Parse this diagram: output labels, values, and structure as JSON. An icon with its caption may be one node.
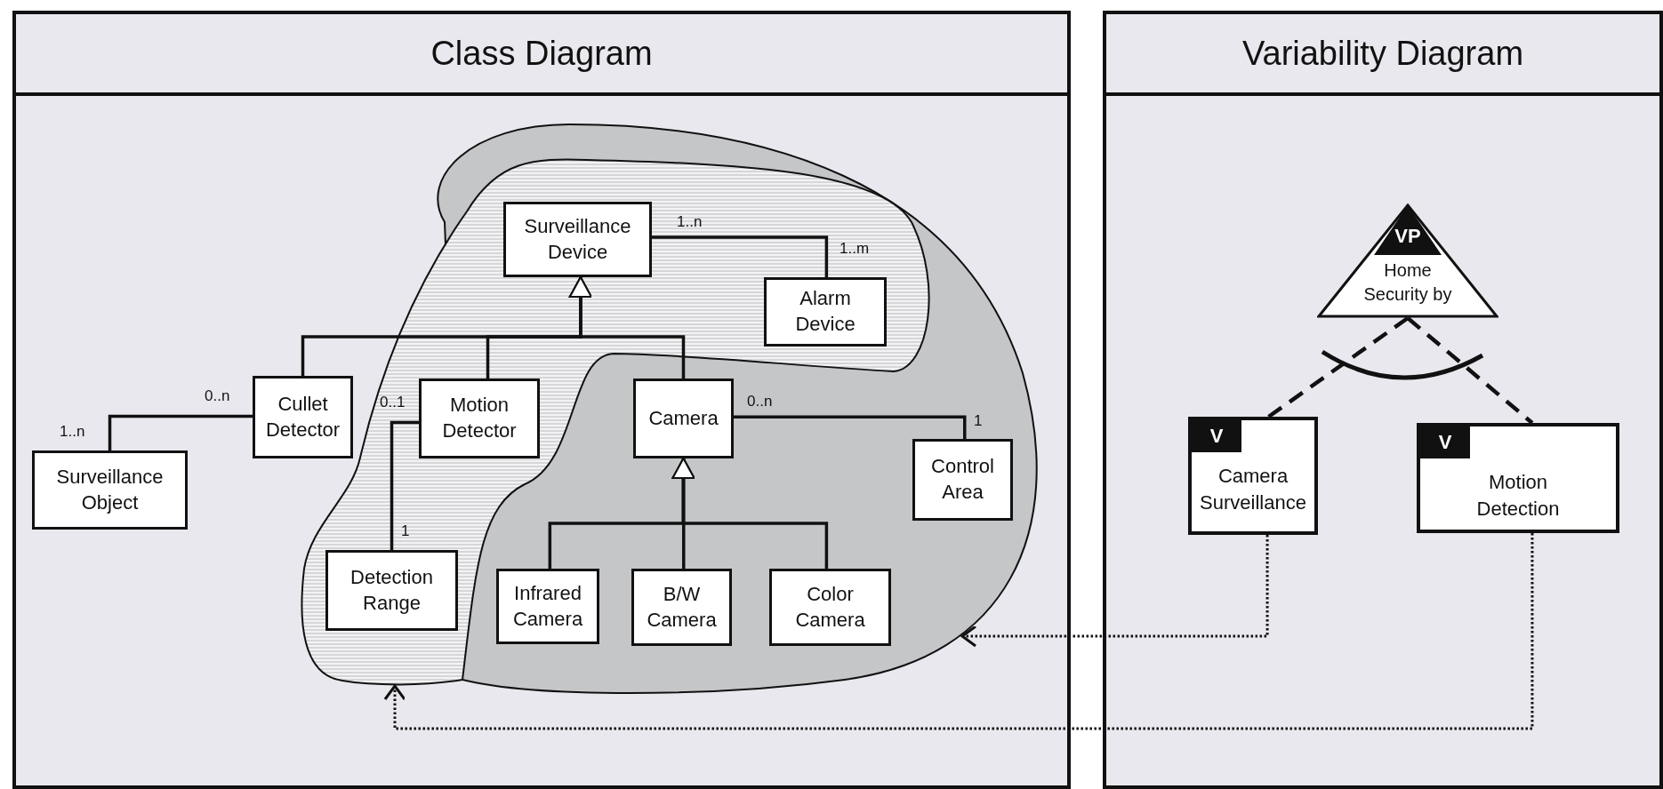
{
  "diagram": {
    "nodes": [
      {
        "text": [
          "Class Diagram"
        ]
      },
      {
        "text": [
          "Variability Diagram"
        ]
      },
      {
        "text": [
          "Surveillance Device"
        ],
        "in": 0
      },
      {
        "text": [
          "Alarm Device"
        ],
        "in": 0
      },
      {
        "text": [
          "Cullet Detector"
        ],
        "in": 0
      },
      {
        "text": [
          "Motion Detector"
        ],
        "in": 0
      },
      {
        "text": [
          "Camera"
        ],
        "in": 0
      },
      {
        "text": [
          "Surveillance Object"
        ],
        "in": 0
      },
      {
        "text": [
          "Control Area"
        ],
        "in": 0
      },
      {
        "text": [
          "Detection Range"
        ],
        "in": 0
      },
      {
        "text": [
          "Infrared Camera"
        ],
        "in": 0
      },
      {
        "text": [
          "B/W Camera"
        ],
        "in": 0
      },
      {
        "text": [
          "Color Camera"
        ],
        "in": 0
      },
      {
        "text": [
          "VP",
          "Home Security by"
        ],
        "in": 1
      },
      {
        "text": [
          "V",
          "Camera Surveillance"
        ],
        "in": 1
      },
      {
        "text": [
          "V",
          "Motion Detection"
        ],
        "in": 1
      }
    ],
    "edges": [
      {
        "from": 2,
        "to": 3,
        "arrow": "none"
      },
      {
        "from": 4,
        "to": 2,
        "arrow": "to"
      },
      {
        "from": 5,
        "to": 2,
        "arrow": "to"
      },
      {
        "from": 6,
        "to": 2,
        "arrow": "to"
      },
      {
        "from": 4,
        "to": 7,
        "arrow": "none"
      },
      {
        "from": 5,
        "to": 9,
        "arrow": "none"
      },
      {
        "from": 6,
        "to": 8,
        "arrow": "none"
      },
      {
        "from": 10,
        "to": 6,
        "arrow": "to"
      },
      {
        "from": 11,
        "to": 6,
        "arrow": "to"
      },
      {
        "from": 12,
        "to": 6,
        "arrow": "to"
      },
      {
        "from": 13,
        "to": 14,
        "arrow": "none",
        "style": "dashed"
      },
      {
        "from": 13,
        "to": 15,
        "arrow": "none",
        "style": "dashed"
      },
      {
        "from": 14,
        "to": null,
        "arrow": "to",
        "style": "dashed"
      },
      {
        "from": 15,
        "to": null,
        "arrow": "to",
        "style": "dashed"
      }
    ],
    "labels": [
      "1..n",
      "1..m",
      "0..n",
      "0..n",
      "0..1",
      "1",
      "1..n",
      "1"
    ]
  }
}
